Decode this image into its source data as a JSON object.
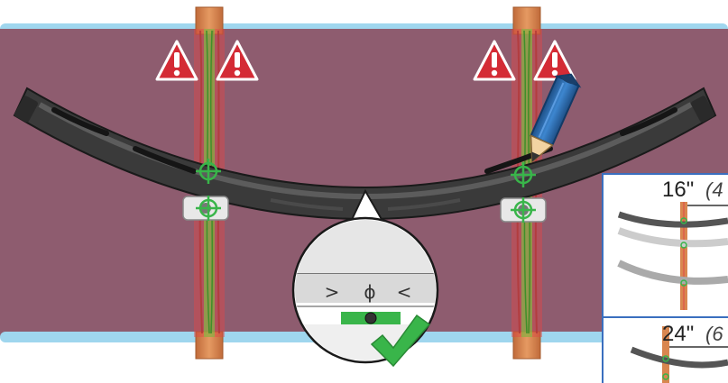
{
  "colors": {
    "wall": "#8e5c6f",
    "wall_edge": "#9fd6ee",
    "stud": "#d9864f",
    "stud_warning": "#e04848",
    "stud_center": "#7ac943",
    "bracket": "#3a3a3a",
    "bracket_light": "#5a5a5a",
    "pencil_body": "#2d6fb3",
    "warning": "#d42b35",
    "target": "#39b54a",
    "check": "#39b54a",
    "inset_border": "#3a6fbf"
  },
  "icons": {
    "warning": "warning-triangle-icon",
    "pencil": "pencil-icon",
    "target": "crosshair-target-icon",
    "check": "checkmark-icon",
    "level": "level-indicator-icon"
  },
  "magnifier": {
    "left_arrow": ">",
    "center_symbol": "ϕ",
    "right_arrow": "<"
  },
  "insets": [
    {
      "label": "16\"",
      "suffix": "(4"
    },
    {
      "label": "24\"",
      "suffix": "(6"
    }
  ]
}
